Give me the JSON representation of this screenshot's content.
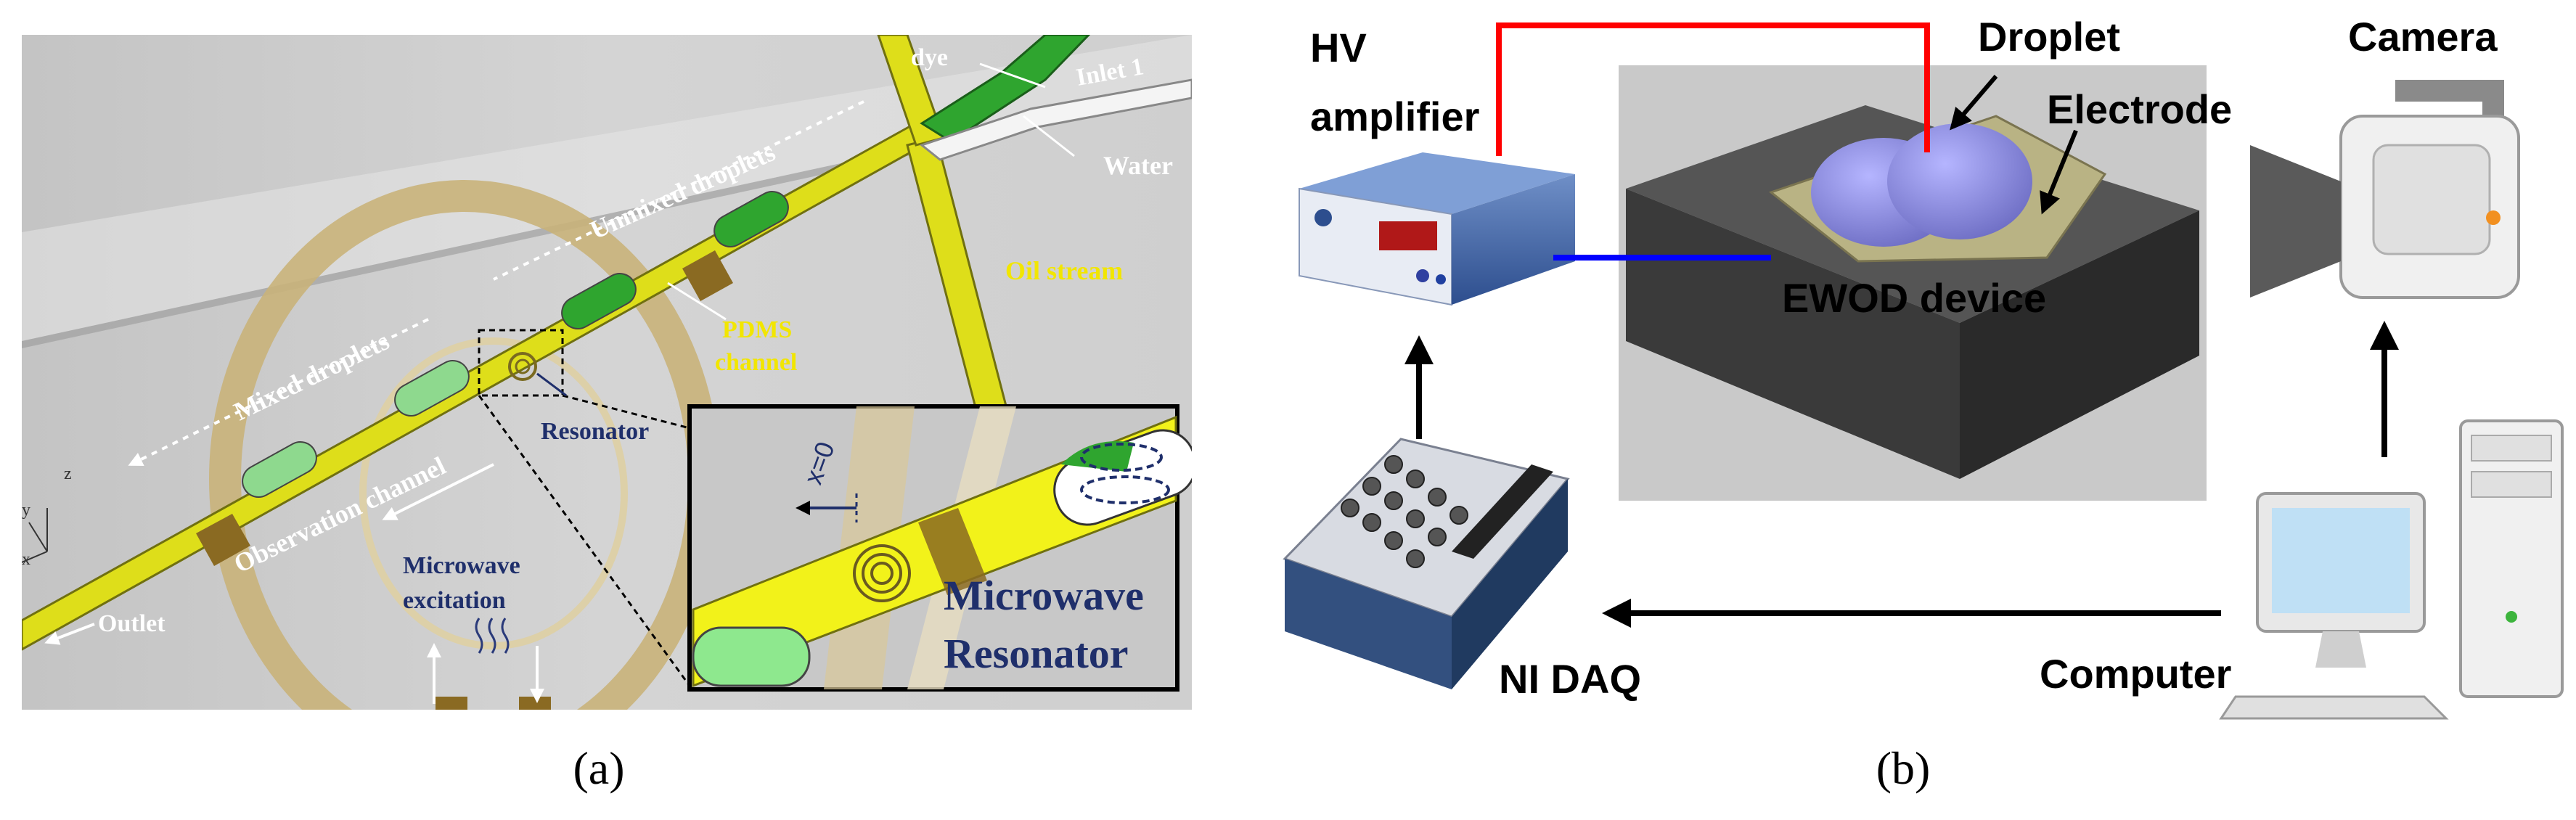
{
  "panel_a": {
    "labels": {
      "dye": "dye",
      "inlet": "Inlet 1",
      "water": "Water",
      "unmixed": "Unmixed droplets",
      "oil": "Oil stream",
      "pdms_line1": "PDMS",
      "pdms_line2": "channel",
      "mixed": "Mixed droplets",
      "resonator": "Resonator",
      "observation": "Observation channel",
      "microwave_line1": "Microwave",
      "microwave_line2": "excitation",
      "outlet": "Outlet",
      "axis_z": "z",
      "axis_y": "y",
      "axis_x": "x"
    },
    "inset": {
      "position_label": "x=0",
      "title_line1": "Microwave",
      "title_line2": "Resonator"
    },
    "caption": "(a)"
  },
  "panel_b": {
    "labels": {
      "hv_line1": "HV",
      "hv_line2": "amplifier",
      "droplet": "Droplet",
      "electrode": "Electrode",
      "camera": "Camera",
      "ewod": "EWOD device",
      "daq": "NI DAQ",
      "computer": "Computer"
    },
    "caption": "(b)"
  },
  "colors": {
    "channel_yellow": "#dede1a",
    "droplet_green": "#3db83d",
    "tan_ring": "#c9b27a",
    "hv_wire": "#ff0000",
    "ewod_wire": "#0000ff",
    "droplet_purple": "#8f8fd8"
  }
}
